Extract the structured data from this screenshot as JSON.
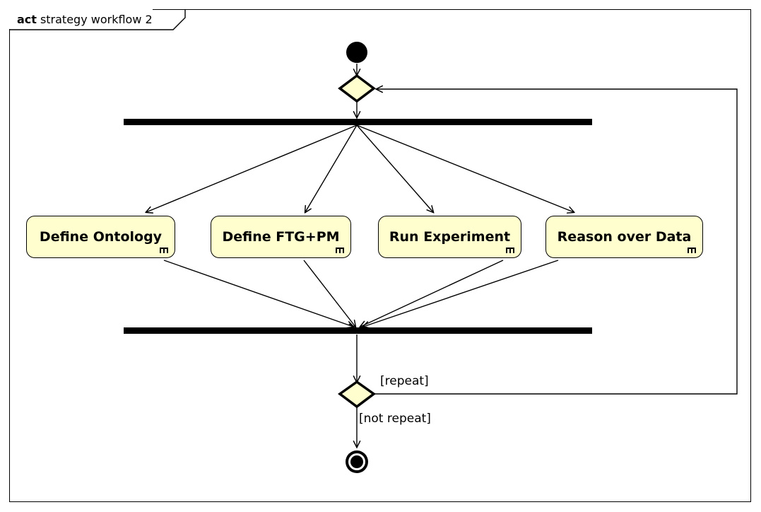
{
  "diagram": {
    "frame": {
      "kind": "act",
      "label": "strategy workflow 2"
    },
    "nodes": {
      "initial": {
        "name": "initial-node",
        "type": "initial"
      },
      "merge": {
        "name": "merge-node",
        "type": "merge-decision"
      },
      "fork": {
        "name": "fork-bar",
        "type": "fork"
      },
      "join": {
        "name": "join-bar",
        "type": "join"
      },
      "decision": {
        "name": "decision-node",
        "type": "decision"
      },
      "final": {
        "name": "final-node",
        "type": "activity-final"
      }
    },
    "activities": [
      {
        "id": "define-ontology",
        "label": "Define Ontology",
        "icon": "sub-activity-rake-icon"
      },
      {
        "id": "define-ftg-pm",
        "label": "Define FTG+PM",
        "icon": "sub-activity-rake-icon"
      },
      {
        "id": "run-experiment",
        "label": "Run Experiment",
        "icon": "sub-activity-rake-icon"
      },
      {
        "id": "reason-over-data",
        "label": "Reason over Data",
        "icon": "sub-activity-rake-icon"
      }
    ],
    "guards": [
      {
        "id": "guard-repeat",
        "label": "[repeat]"
      },
      {
        "id": "guard-not-repeat",
        "label": "[not repeat]"
      }
    ],
    "colors": {
      "activity_fill": "#FEFECE",
      "node_fill": "#FEFECE",
      "stroke": "#000000",
      "background": "#FFFFFF"
    }
  }
}
